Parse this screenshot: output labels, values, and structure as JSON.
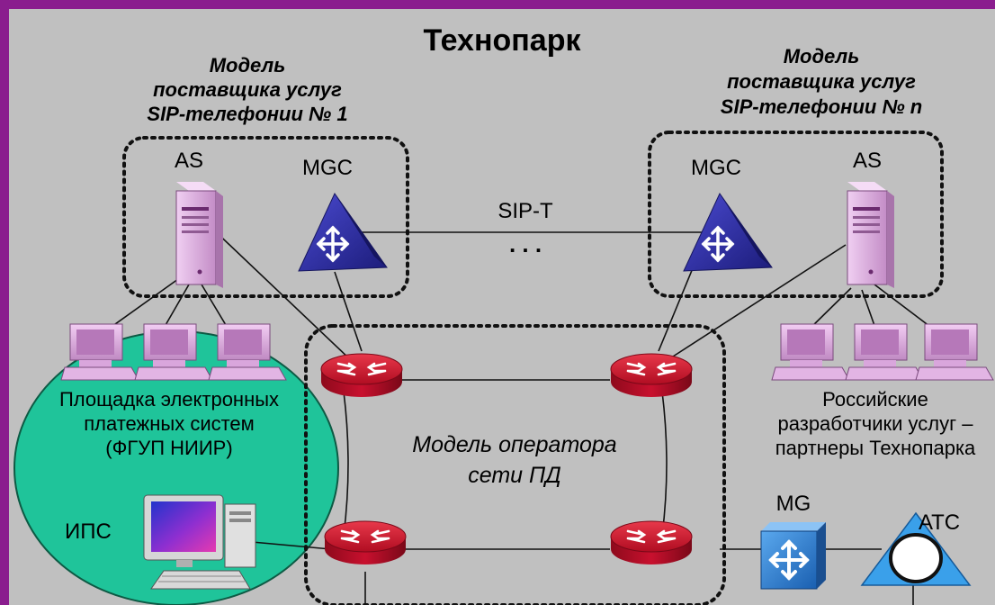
{
  "title": "Технопарк",
  "provider_left": {
    "line1": "Модель",
    "line2": "поставщика услуг",
    "line3": "SIP-телефонии № 1",
    "as_label": "AS",
    "mgc_label": "MGC"
  },
  "provider_right": {
    "line1": "Модель",
    "line2": "поставщика услуг",
    "line3": "SIP-телефонии № n",
    "as_label": "AS",
    "mgc_label": "MGC"
  },
  "link": {
    "sip_t": "SIP-T",
    "dots": ". . ."
  },
  "payment_area": {
    "line1": "Площадка электронных",
    "line2": "платежных систем",
    "line3": "(ФГУП НИИР)",
    "ips_label": "ИПС"
  },
  "operator": {
    "line1": "Модель оператора",
    "line2": "сети ПД"
  },
  "developers": {
    "line1": "Российские",
    "line2": "разработчики услуг –",
    "line3": "партнеры Технопарка"
  },
  "mg_label": "MG",
  "ats_label": "АТС",
  "colors": {
    "background_frame": "#8a1d8e",
    "canvas": "#c0c0c0",
    "payment_ellipse": "#1fc49a",
    "router": "#c8102e",
    "mgc_triangle": "#2b2b9e",
    "server": "#d9a6dc",
    "mg_switch": "#2a7fd4"
  }
}
